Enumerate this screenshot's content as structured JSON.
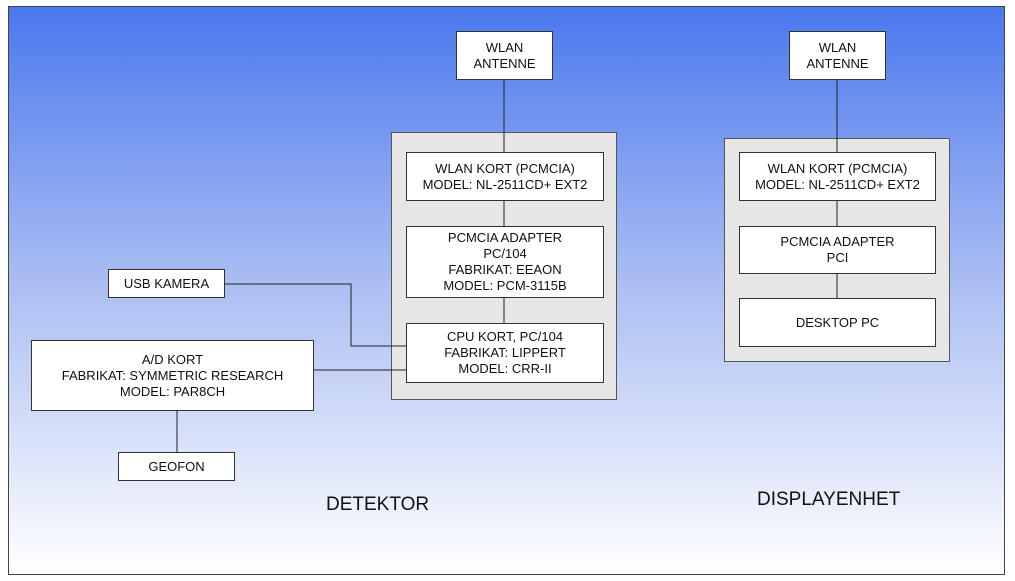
{
  "colors": {
    "background_top": "#4a78ee",
    "background_bottom": "#ffffff",
    "group_fill": "#e6e6e6",
    "box_fill": "#ffffff",
    "line": "#222222"
  },
  "detektor": {
    "caption": "DETEKTOR",
    "wlan_antenne": [
      "WLAN",
      "ANTENNE"
    ],
    "wlan_kort": [
      "WLAN KORT (PCMCIA)",
      "MODEL: NL-2511CD+ EXT2"
    ],
    "pcmcia_adapter": [
      "PCMCIA ADAPTER",
      "PC/104",
      "FABRIKAT: EEAON",
      "MODEL: PCM-3115B"
    ],
    "cpu_kort": [
      "CPU KORT, PC/104",
      "FABRIKAT: LIPPERT",
      "MODEL: CRR-II"
    ],
    "usb_kamera": [
      "USB KAMERA"
    ],
    "ad_kort": [
      "A/D KORT",
      "FABRIKAT:  SYMMETRIC RESEARCH",
      "MODEL: PAR8CH"
    ],
    "geofon": [
      "GEOFON"
    ]
  },
  "displayenhet": {
    "caption": "DISPLAYENHET",
    "wlan_antenne": [
      "WLAN",
      "ANTENNE"
    ],
    "wlan_kort": [
      "WLAN KORT (PCMCIA)",
      "MODEL: NL-2511CD+ EXT2"
    ],
    "pcmcia_adapter": [
      "PCMCIA ADAPTER",
      "PCI"
    ],
    "desktop_pc": [
      "DESKTOP PC"
    ]
  }
}
